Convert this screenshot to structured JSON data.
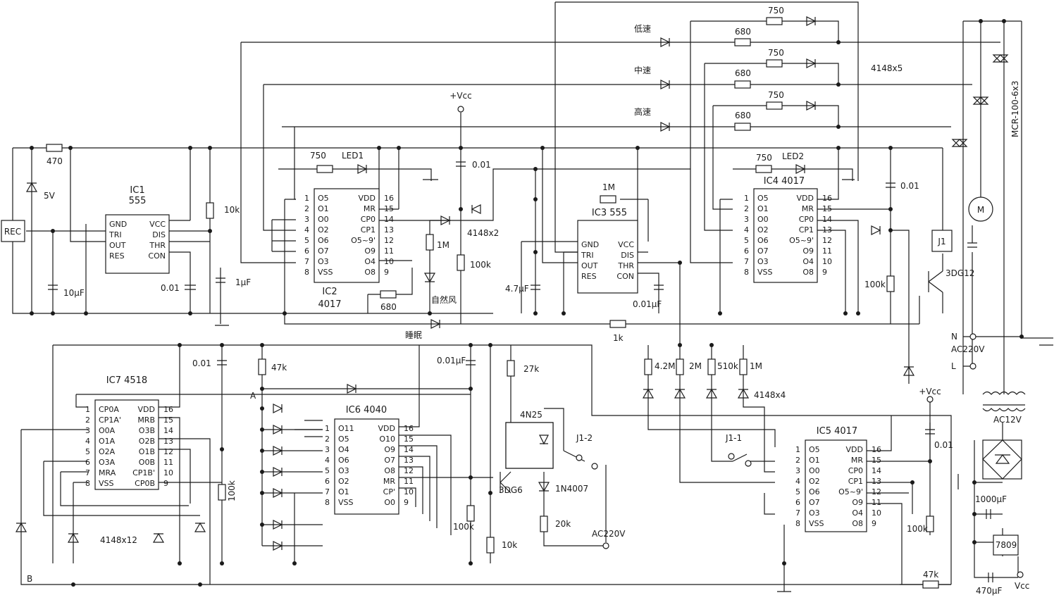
{
  "ics": [
    {
      "id": "ic1",
      "title": [
        "IC1",
        "555"
      ],
      "left_pins": [
        "GND",
        "TRI",
        "OUT",
        "RES"
      ],
      "right_pins": [
        "VCC",
        "DIS",
        "THR",
        "CON"
      ],
      "left_nums": [],
      "right_nums": []
    },
    {
      "id": "ic2",
      "title": [
        "IC2",
        "4017"
      ],
      "left_pins": [
        "O5",
        "O1",
        "O0",
        "O2",
        "O6",
        "O7",
        "O3",
        "VSS"
      ],
      "right_pins": [
        "VDD",
        "MR",
        "CP0",
        "CP1",
        "O5~9'",
        "O9",
        "O4",
        "O8"
      ],
      "left_nums": [
        "1",
        "2",
        "3",
        "4",
        "5",
        "6",
        "7",
        "8"
      ],
      "right_nums": [
        "16",
        "15",
        "14",
        "13",
        "12",
        "11",
        "10",
        "9"
      ]
    },
    {
      "id": "ic3",
      "title": [
        "IC3 555"
      ],
      "left_pins": [
        "GND",
        "TRI",
        "OUT",
        "RES"
      ],
      "right_pins": [
        "VCC",
        "DIS",
        "THR",
        "CON"
      ],
      "left_nums": [],
      "right_nums": []
    },
    {
      "id": "ic4",
      "title": [
        "IC4  4017"
      ],
      "left_pins": [
        "O5",
        "O1",
        "O0",
        "O2",
        "O6",
        "O7",
        "O3",
        "VSS"
      ],
      "right_pins": [
        "VDD",
        "MR",
        "CP0",
        "CP1",
        "O5~9'",
        "O9",
        "O4",
        "O8"
      ],
      "left_nums": [
        "1",
        "2",
        "3",
        "4",
        "5",
        "6",
        "7",
        "8"
      ],
      "right_nums": [
        "16",
        "15",
        "14",
        "13",
        "12",
        "11",
        "10",
        "9"
      ]
    },
    {
      "id": "ic5",
      "title": [
        "IC5  4017"
      ],
      "left_pins": [
        "O5",
        "O1",
        "O0",
        "O2",
        "O6",
        "O7",
        "O3",
        "VSS"
      ],
      "right_pins": [
        "VDD",
        "MR",
        "CP0",
        "CP1",
        "O5~9'",
        "O9",
        "O4",
        "O8"
      ],
      "left_nums": [
        "1",
        "2",
        "3",
        "4",
        "5",
        "6",
        "7",
        "8"
      ],
      "right_nums": [
        "16",
        "15",
        "14",
        "13",
        "12",
        "11",
        "10",
        "9"
      ]
    },
    {
      "id": "ic6",
      "title": [
        "IC6  4040"
      ],
      "left_pins": [
        "O11",
        "O5",
        "O4",
        "O6",
        "O3",
        "O2",
        "O1",
        "VSS"
      ],
      "right_pins": [
        "VDD",
        "O10",
        "O9",
        "O7",
        "O8",
        "MR",
        "CP'",
        "O0"
      ],
      "left_nums": [
        "1",
        "2",
        "3",
        "4",
        "5",
        "6",
        "7",
        "8"
      ],
      "right_nums": [
        "16",
        "15",
        "14",
        "13",
        "12",
        "11",
        "10",
        "9"
      ]
    },
    {
      "id": "ic7",
      "title": [
        "IC7  4518"
      ],
      "left_pins": [
        "CP0A",
        "CP1A'",
        "O0A",
        "O1A",
        "O2A",
        "O3A",
        "MRA",
        "VSS"
      ],
      "right_pins": [
        "VDD",
        "MRB",
        "O3B",
        "O2B",
        "O1B",
        "O0B",
        "CP1B'",
        "CP0B"
      ],
      "left_nums": [
        "1",
        "2",
        "3",
        "4",
        "5",
        "6",
        "7",
        "8"
      ],
      "right_nums": [
        "16",
        "15",
        "14",
        "13",
        "12",
        "11",
        "10",
        "9"
      ]
    }
  ],
  "labels": {
    "rec": "REC",
    "v5": "5V",
    "r470": "470",
    "r10k_ic1": "10k",
    "c10uf": "10μF",
    "c001_ic1": "0.01",
    "c1uf": "1μF",
    "vcc_top": "+Vcc",
    "r750_led1": "750",
    "led1": "LED1",
    "c001_top": "0.01",
    "d4148x2": "4148x2",
    "r1m_ic2": "1M",
    "r100k_ic2": "100k",
    "natural_wind": "自然风",
    "r680_ic2": "680",
    "sleep": "睡眠",
    "r1k": "1k",
    "r1m_ic3": "1M",
    "c47uf": "4.7μF",
    "c001uf_ic3": "0.01μF",
    "r750_led2": "750",
    "led2": "LED2",
    "c001_ic4": "0.01",
    "r100k_ic4": "100k",
    "j1": "J1",
    "q3dg12": "3DG12",
    "speed_low": "低速",
    "speed_mid": "中速",
    "speed_high": "高速",
    "r750_a": "750",
    "r680_a": "680",
    "r750_b": "750",
    "r680_b": "680",
    "r750_c": "750",
    "r680_c": "680",
    "d4148x5": "4148x5",
    "triac": "MCR-100-6x3",
    "motor": "M",
    "n": "N",
    "ac220_top": "AC220V",
    "l": "L",
    "ac12v": "AC12V",
    "c1000uf": "1000μF",
    "reg7809": "7809",
    "c470uf": "470μF",
    "vcc_bottom": "Vcc",
    "c001_ic7": "0.01",
    "r47k_ic6": "47k",
    "node_a": "A",
    "r100k_ic7": "100k",
    "d4148x12": "4148x12",
    "node_b": "B",
    "c001uf_ic6": "0.01μF",
    "r100k_ic6": "100k",
    "r27k": "27k",
    "opto": "4N25",
    "q3dg6": "3DG6",
    "r10k_bottom": "10k",
    "j1_2": "J1-2",
    "d1n4007": "1N4007",
    "r20k": "20k",
    "ac220_bottom": "AC220V",
    "r42m": "4.2M",
    "r2m": "2M",
    "r510k": "510k",
    "r1m_ic5": "1M",
    "d4148x4": "4148x4",
    "j1_1": "J1-1",
    "vcc_ic5": "+Vcc",
    "c001_ic5": "0.01",
    "r100k_ic5": "100k",
    "r47k_bottom": "47k"
  }
}
